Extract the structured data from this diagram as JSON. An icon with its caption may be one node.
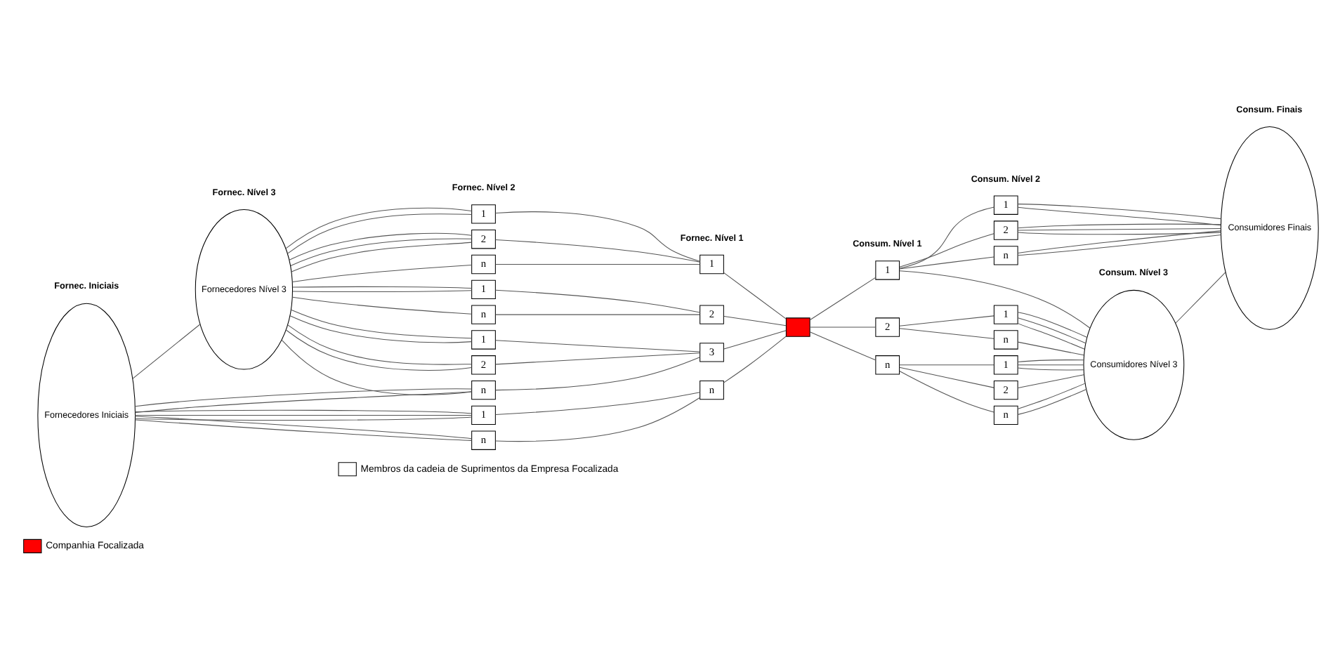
{
  "diagram": {
    "nodes": [
      {
        "text": [
          "Fornecedores Iniciais"
        ]
      },
      {
        "text": [
          "Fornecedores Nível 3"
        ]
      },
      {
        "text": [
          "1"
        ]
      },
      {
        "text": [
          "2"
        ]
      },
      {
        "text": [
          "n"
        ]
      },
      {
        "text": [
          "1"
        ]
      },
      {
        "text": [
          "n"
        ]
      },
      {
        "text": [
          "1"
        ]
      },
      {
        "text": [
          "2"
        ]
      },
      {
        "text": [
          "n"
        ]
      },
      {
        "text": [
          "1"
        ]
      },
      {
        "text": [
          "n"
        ]
      },
      {
        "text": [
          "1"
        ]
      },
      {
        "text": [
          "2"
        ]
      },
      {
        "text": [
          "3"
        ]
      },
      {
        "text": [
          "n"
        ]
      },
      {
        "text": [],
        "shape": "box"
      },
      {
        "text": [
          "1"
        ]
      },
      {
        "text": [
          "2"
        ]
      },
      {
        "text": [
          "n"
        ]
      },
      {
        "text": [
          "1"
        ]
      },
      {
        "text": [
          "2"
        ]
      },
      {
        "text": [
          "n"
        ]
      },
      {
        "text": [
          "1"
        ]
      },
      {
        "text": [
          "n"
        ]
      },
      {
        "text": [
          "1"
        ]
      },
      {
        "text": [
          "2"
        ]
      },
      {
        "text": [
          "n"
        ]
      },
      {
        "text": [
          "Consumidores Nível 3"
        ]
      },
      {
        "text": [
          "Consumidores Finais"
        ]
      }
    ],
    "edges": [
      {
        "from": 0,
        "to": 1,
        "arrow": "none"
      },
      {
        "from": 1,
        "to": 2,
        "arrow": "none"
      },
      {
        "from": 1,
        "to": 2,
        "arrow": "none"
      },
      {
        "from": 1,
        "to": 3,
        "arrow": "none"
      },
      {
        "from": 1,
        "to": 3,
        "arrow": "none"
      },
      {
        "from": 1,
        "to": 3,
        "arrow": "none"
      },
      {
        "from": 1,
        "to": 4,
        "arrow": "none"
      },
      {
        "from": 1,
        "to": 5,
        "arrow": "none"
      },
      {
        "from": 1,
        "to": 5,
        "arrow": "none"
      },
      {
        "from": 1,
        "to": 6,
        "arrow": "none"
      },
      {
        "from": 1,
        "to": 7,
        "arrow": "none"
      },
      {
        "from": 1,
        "to": 7,
        "arrow": "none"
      },
      {
        "from": 1,
        "to": 8,
        "arrow": "none"
      },
      {
        "from": 1,
        "to": 8,
        "arrow": "none"
      },
      {
        "from": 1,
        "to": 9,
        "arrow": "none"
      },
      {
        "from": 0,
        "to": 9,
        "arrow": "none"
      },
      {
        "from": 0,
        "to": 9,
        "arrow": "none"
      },
      {
        "from": 0,
        "to": 10,
        "arrow": "none"
      },
      {
        "from": 0,
        "to": 10,
        "arrow": "none"
      },
      {
        "from": 0,
        "to": 10,
        "arrow": "none"
      },
      {
        "from": 0,
        "to": 11,
        "arrow": "none"
      },
      {
        "from": 0,
        "to": 11,
        "arrow": "none"
      },
      {
        "from": 2,
        "to": 12,
        "arrow": "none"
      },
      {
        "from": 3,
        "to": 12,
        "arrow": "none"
      },
      {
        "from": 4,
        "to": 12,
        "arrow": "none"
      },
      {
        "from": 5,
        "to": 13,
        "arrow": "none"
      },
      {
        "from": 6,
        "to": 13,
        "arrow": "none"
      },
      {
        "from": 7,
        "to": 14,
        "arrow": "none"
      },
      {
        "from": 8,
        "to": 14,
        "arrow": "none"
      },
      {
        "from": 9,
        "to": 14,
        "arrow": "none"
      },
      {
        "from": 10,
        "to": 15,
        "arrow": "none"
      },
      {
        "from": 11,
        "to": 15,
        "arrow": "none"
      },
      {
        "from": 12,
        "to": 16,
        "arrow": "none"
      },
      {
        "from": 13,
        "to": 16,
        "arrow": "none"
      },
      {
        "from": 14,
        "to": 16,
        "arrow": "none"
      },
      {
        "from": 15,
        "to": 16,
        "arrow": "none"
      },
      {
        "from": 16,
        "to": 17,
        "arrow": "none"
      },
      {
        "from": 16,
        "to": 18,
        "arrow": "none"
      },
      {
        "from": 16,
        "to": 19,
        "arrow": "none"
      },
      {
        "from": 17,
        "to": 20,
        "arrow": "none"
      },
      {
        "from": 17,
        "to": 21,
        "arrow": "none"
      },
      {
        "from": 17,
        "to": 22,
        "arrow": "none"
      },
      {
        "from": 17,
        "to": 28,
        "arrow": "none"
      },
      {
        "from": 18,
        "to": 23,
        "arrow": "none"
      },
      {
        "from": 18,
        "to": 24,
        "arrow": "none"
      },
      {
        "from": 19,
        "to": 25,
        "arrow": "none"
      },
      {
        "from": 19,
        "to": 26,
        "arrow": "none"
      },
      {
        "from": 19,
        "to": 27,
        "arrow": "none"
      },
      {
        "from": 20,
        "to": 29,
        "arrow": "none"
      },
      {
        "from": 20,
        "to": 29,
        "arrow": "none"
      },
      {
        "from": 21,
        "to": 29,
        "arrow": "none"
      },
      {
        "from": 21,
        "to": 29,
        "arrow": "none"
      },
      {
        "from": 21,
        "to": 29,
        "arrow": "none"
      },
      {
        "from": 22,
        "to": 29,
        "arrow": "none"
      },
      {
        "from": 22,
        "to": 29,
        "arrow": "none"
      },
      {
        "from": 23,
        "to": 28,
        "arrow": "none"
      },
      {
        "from": 23,
        "to": 28,
        "arrow": "none"
      },
      {
        "from": 23,
        "to": 28,
        "arrow": "none"
      },
      {
        "from": 24,
        "to": 28,
        "arrow": "none"
      },
      {
        "from": 25,
        "to": 28,
        "arrow": "none"
      },
      {
        "from": 25,
        "to": 28,
        "arrow": "none"
      },
      {
        "from": 25,
        "to": 28,
        "arrow": "none"
      },
      {
        "from": 26,
        "to": 28,
        "arrow": "none"
      },
      {
        "from": 27,
        "to": 28,
        "arrow": "none"
      },
      {
        "from": 27,
        "to": 28,
        "arrow": "none"
      },
      {
        "from": 28,
        "to": 29,
        "arrow": "none"
      }
    ],
    "labels": [
      "Fornec. Iniciais",
      "Fornec. Nível 3",
      "Fornec. Nível 2",
      "Fornec. Nível 1",
      "Consum. Nível 1",
      "Consum. Nível 2",
      "Consum. Nível 3",
      "Consum. Finais"
    ],
    "legend": [
      {
        "text": "Companhia Focalizada",
        "color": "#ff0000"
      },
      {
        "text": "Membros da cadeia de Suprimentos da Empresa Focalizada",
        "color": "#ffffff"
      }
    ]
  }
}
